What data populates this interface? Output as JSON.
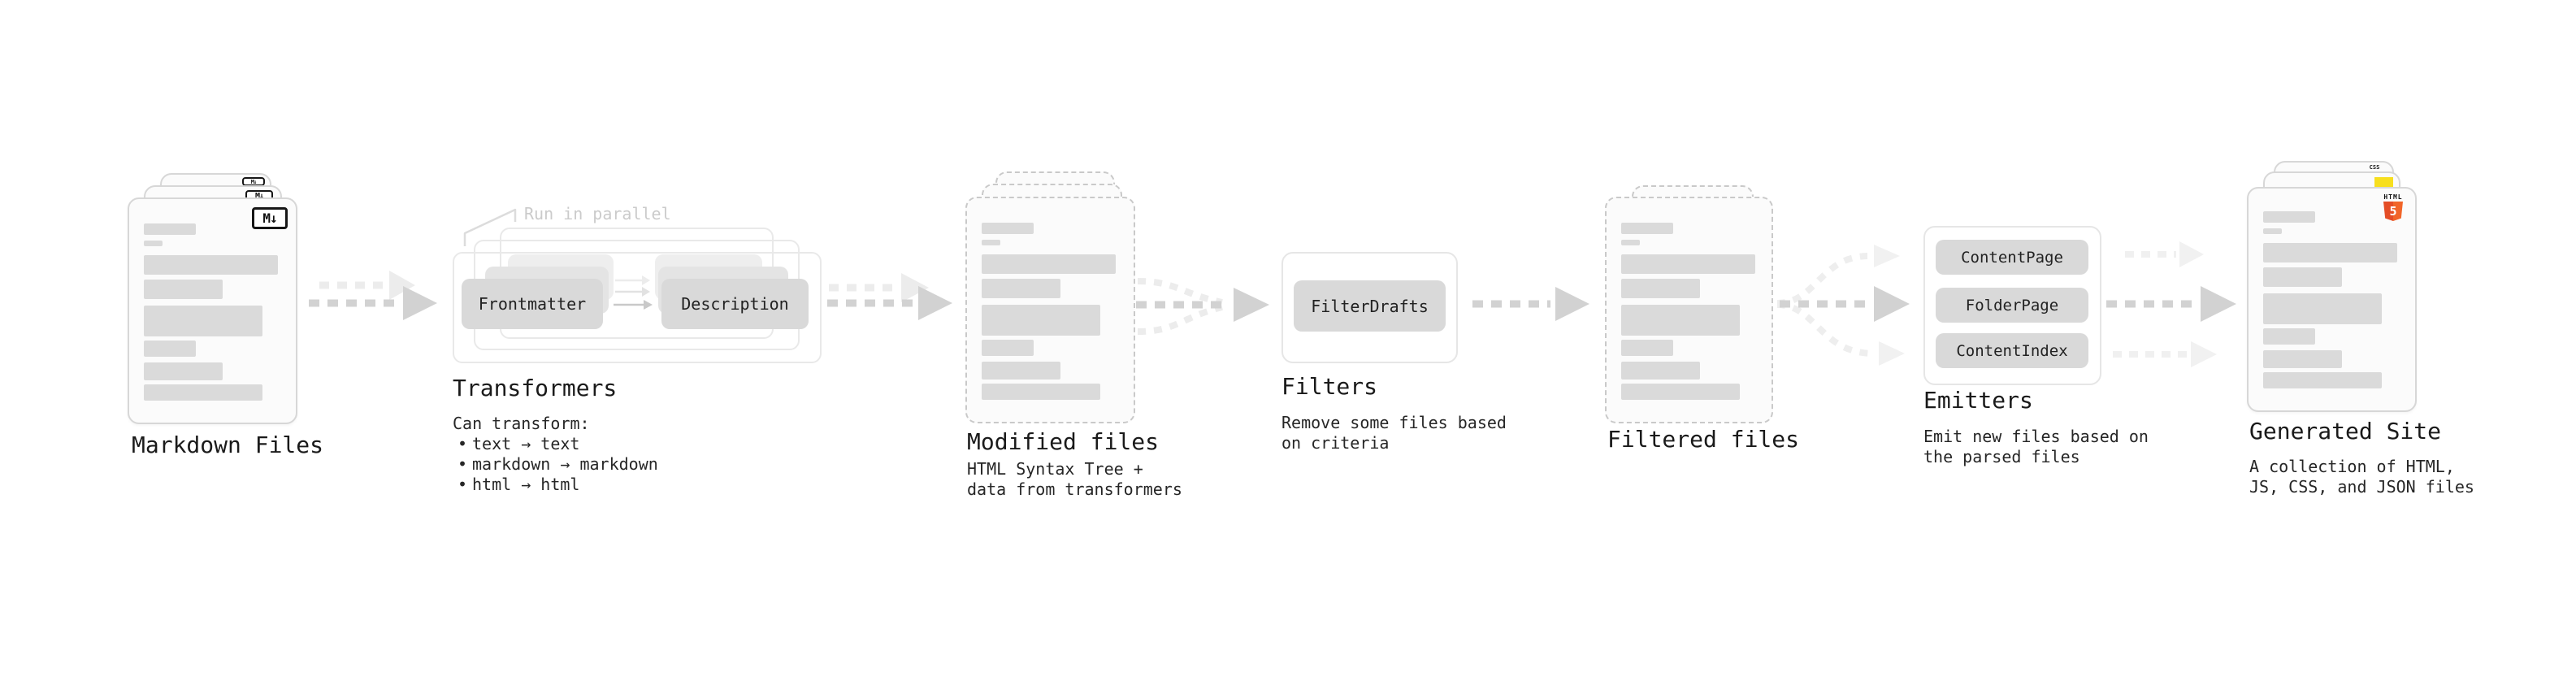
{
  "stages": {
    "markdown_files": {
      "title": "Markdown Files"
    },
    "transformers": {
      "title": "Transformers",
      "note": "Run in parallel",
      "intro": "Can transform:",
      "bullet_char": "•",
      "bullets": [
        "text → text",
        "markdown → markdown",
        "html → html"
      ],
      "input_pill": "Frontmatter",
      "output_pill": "Description"
    },
    "modified_files": {
      "title": "Modified files",
      "desc_lines": [
        "HTML Syntax Tree +",
        "data from transformers"
      ]
    },
    "filters": {
      "title": "Filters",
      "desc_lines": [
        "Remove some files based",
        "on criteria"
      ],
      "pill": "FilterDrafts"
    },
    "filtered_files": {
      "title": "Filtered files"
    },
    "emitters": {
      "title": "Emitters",
      "desc_lines": [
        "Emit new files based on",
        "the parsed files"
      ],
      "pills": [
        "ContentPage",
        "FolderPage",
        "ContentIndex"
      ]
    },
    "generated_site": {
      "title": "Generated Site",
      "desc_lines": [
        "A collection of HTML,",
        "JS, CSS, and JSON files"
      ]
    }
  },
  "icons": {
    "markdown_badge": "M↓",
    "html5_label": "HTML",
    "html5_number": "5",
    "css_label": "CSS",
    "js_badge": "js-yellow-square"
  },
  "colors": {
    "html5_orange": "#e44d26",
    "js_yellow": "#f7df1e",
    "css_blue": "#2f6be4",
    "pill_bg": "#d9d9d9",
    "bar_gray": "#dadada",
    "arrow_gray": "#d2d2d2",
    "arrow_ghost": "#ececec",
    "muted_note": "#cbcbcb"
  }
}
